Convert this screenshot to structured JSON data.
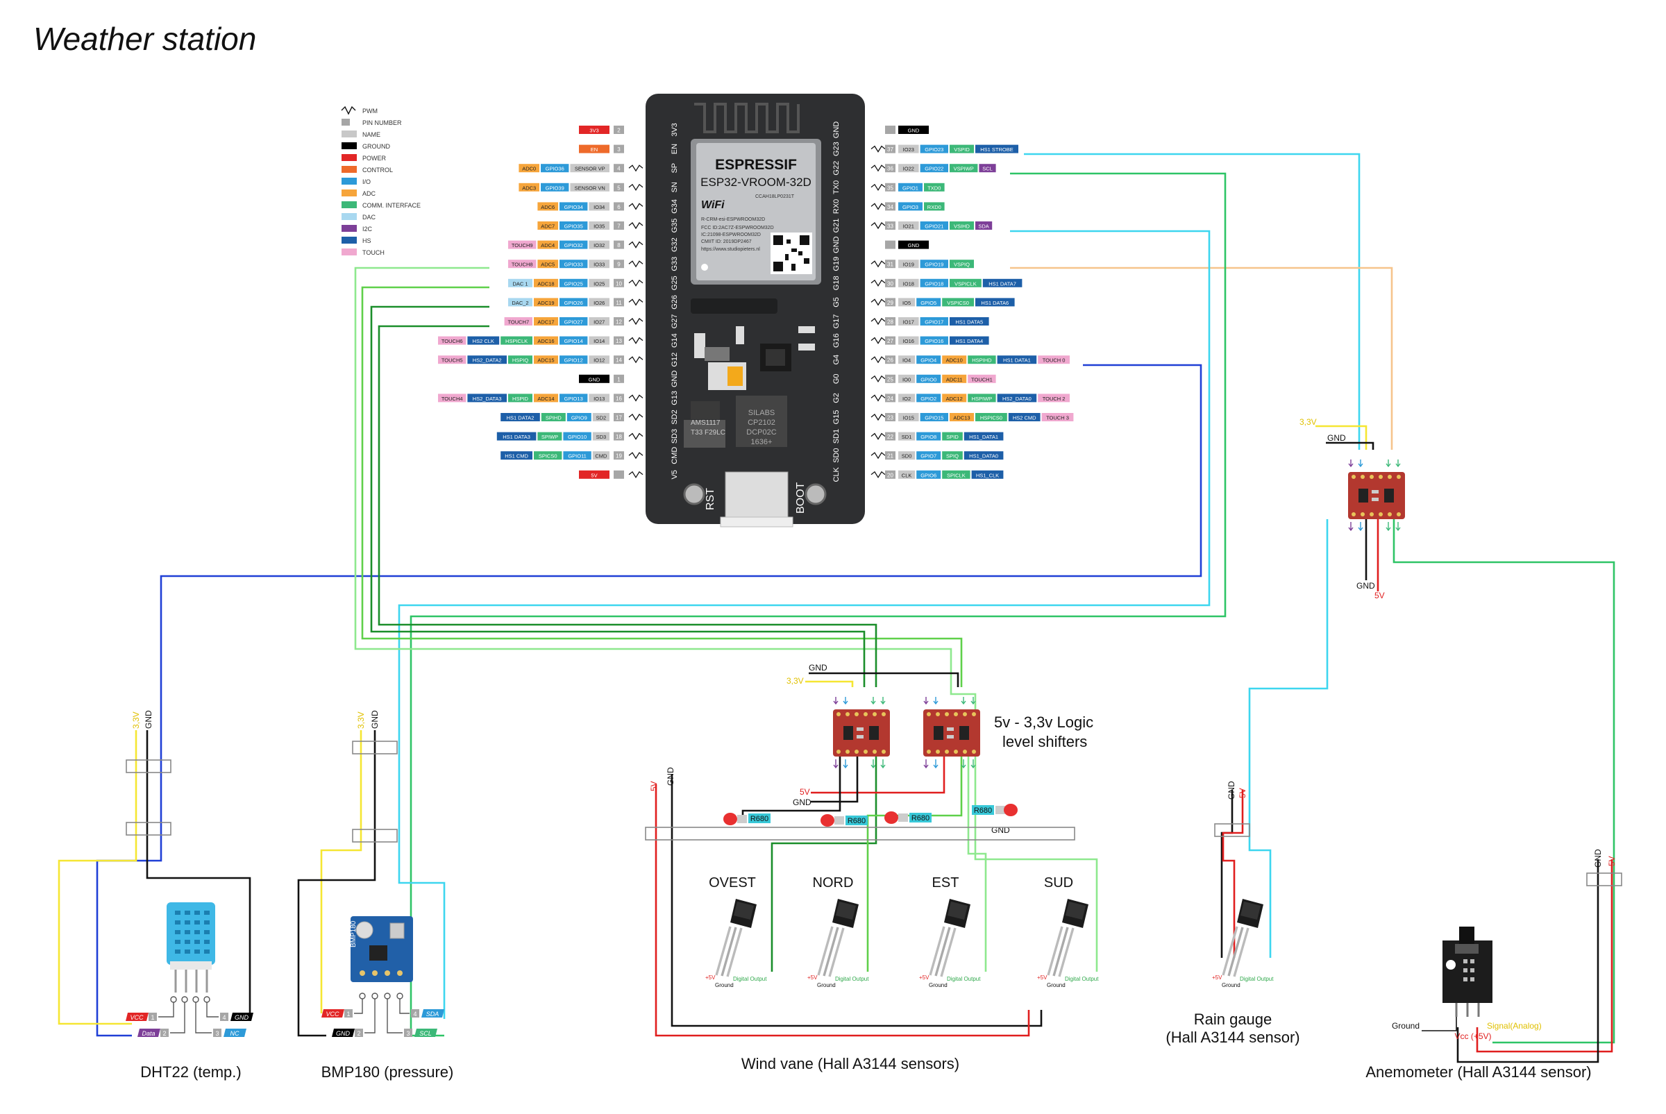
{
  "title": "Weather station",
  "legend": [
    {
      "label": "PWM",
      "color": "#ffffff"
    },
    {
      "label": "PIN NUMBER",
      "color": "#a6a6a6"
    },
    {
      "label": "NAME",
      "color": "#c8c8c8"
    },
    {
      "label": "GROUND",
      "color": "#000000"
    },
    {
      "label": "POWER",
      "color": "#e22626"
    },
    {
      "label": "CONTROL",
      "color": "#ee6a2a"
    },
    {
      "label": "I/O",
      "color": "#2d9ad8"
    },
    {
      "label": "ADC",
      "color": "#f6a53b"
    },
    {
      "label": "COMM. INTERFACE",
      "color": "#3cb878"
    },
    {
      "label": "DAC",
      "color": "#a8d8f0"
    },
    {
      "label": "I2C",
      "color": "#7d3f98"
    },
    {
      "label": "HS",
      "color": "#1d5fa8"
    },
    {
      "label": "TOUCH",
      "color": "#f0a8cf"
    }
  ],
  "board": {
    "brand": "ESPRESSIF",
    "module": "ESP32-VROOM-32D",
    "wifi": "WiFi",
    "cert_1": "CCAH18LP0231T",
    "fcc_1": "R-CRM-esi-ESPWROOM32D",
    "fcc_2": "FCC ID:2AC7Z-ESPWROOM32D",
    "fcc_3": "IC:21098-ESPWROOM32D",
    "fcc_4": "CMIIT ID: 2019DP2467",
    "url": "https://www.studiopieters.nl",
    "chip": "SILABS",
    "chip_2": "CP2102",
    "chip_3": "DCP02C",
    "chip_4": "1636+",
    "reg": "AMS1117",
    "reg_2": "T33 F29LC",
    "rst": "RST",
    "boot": "BOOT",
    "left_pins": [
      "3V3",
      "EN",
      "SP",
      "SN",
      "G34",
      "G35",
      "G32",
      "G33",
      "G25",
      "G26",
      "G27",
      "G14",
      "G12",
      "GND",
      "G13",
      "SD2",
      "SD3",
      "CMD",
      "V5"
    ],
    "right_pins": [
      "GND",
      "G23",
      "G22",
      "TX0",
      "RX0",
      "G21",
      "GND",
      "G19",
      "G18",
      "G5",
      "G17",
      "G16",
      "G4",
      "G0",
      "G2",
      "G15",
      "SD1",
      "SD0",
      "CLK"
    ]
  },
  "left_rows": [
    {
      "num": "2",
      "tags": [
        {
          "t": "3V3",
          "c": "#e22626"
        }
      ]
    },
    {
      "num": "3",
      "tags": [
        {
          "t": "EN",
          "c": "#ee6a2a"
        }
      ]
    },
    {
      "num": "4",
      "tags": [
        {
          "t": "ADC0",
          "c": "#f6a53b"
        },
        {
          "t": "GPIO36",
          "c": "#2d9ad8"
        },
        {
          "t": "SENSOR VP",
          "c": "#c8c8c8"
        }
      ]
    },
    {
      "num": "5",
      "tags": [
        {
          "t": "ADC3",
          "c": "#f6a53b"
        },
        {
          "t": "GPIO39",
          "c": "#2d9ad8"
        },
        {
          "t": "SENSOR VN",
          "c": "#c8c8c8"
        }
      ]
    },
    {
      "num": "6",
      "tags": [
        {
          "t": "ADC6",
          "c": "#f6a53b"
        },
        {
          "t": "GPIO34",
          "c": "#2d9ad8"
        },
        {
          "t": "IO34",
          "c": "#c8c8c8"
        }
      ]
    },
    {
      "num": "7",
      "tags": [
        {
          "t": "ADC7",
          "c": "#f6a53b"
        },
        {
          "t": "GPIO35",
          "c": "#2d9ad8"
        },
        {
          "t": "IO35",
          "c": "#c8c8c8"
        }
      ]
    },
    {
      "num": "8",
      "tags": [
        {
          "t": "TOUCH9",
          "c": "#f0a8cf"
        },
        {
          "t": "ADC4",
          "c": "#f6a53b"
        },
        {
          "t": "GPIO32",
          "c": "#2d9ad8"
        },
        {
          "t": "IO32",
          "c": "#c8c8c8"
        }
      ]
    },
    {
      "num": "9",
      "tags": [
        {
          "t": "TOUCH8",
          "c": "#f0a8cf"
        },
        {
          "t": "ADC5",
          "c": "#f6a53b"
        },
        {
          "t": "GPIO33",
          "c": "#2d9ad8"
        },
        {
          "t": "IO33",
          "c": "#c8c8c8"
        }
      ]
    },
    {
      "num": "10",
      "tags": [
        {
          "t": "DAC 1",
          "c": "#a8d8f0"
        },
        {
          "t": "ADC18",
          "c": "#f6a53b"
        },
        {
          "t": "GPIO25",
          "c": "#2d9ad8"
        },
        {
          "t": "IO25",
          "c": "#c8c8c8"
        }
      ]
    },
    {
      "num": "11",
      "tags": [
        {
          "t": "DAC_2",
          "c": "#a8d8f0"
        },
        {
          "t": "ADC19",
          "c": "#f6a53b"
        },
        {
          "t": "GPIO26",
          "c": "#2d9ad8"
        },
        {
          "t": "IO26",
          "c": "#c8c8c8"
        }
      ]
    },
    {
      "num": "12",
      "tags": [
        {
          "t": "TOUCH7",
          "c": "#f0a8cf"
        },
        {
          "t": "ADC17",
          "c": "#f6a53b"
        },
        {
          "t": "GPIO27",
          "c": "#2d9ad8"
        },
        {
          "t": "IO27",
          "c": "#c8c8c8"
        }
      ]
    },
    {
      "num": "13",
      "tags": [
        {
          "t": "TOUCH6",
          "c": "#f0a8cf"
        },
        {
          "t": "HS2 CLK",
          "c": "#1d5fa8"
        },
        {
          "t": "HSPICLK",
          "c": "#3cb878"
        },
        {
          "t": "ADC16",
          "c": "#f6a53b"
        },
        {
          "t": "GPIO14",
          "c": "#2d9ad8"
        },
        {
          "t": "IO14",
          "c": "#c8c8c8"
        }
      ]
    },
    {
      "num": "14",
      "tags": [
        {
          "t": "TOUCH5",
          "c": "#f0a8cf"
        },
        {
          "t": "HS2_DATA2",
          "c": "#1d5fa8"
        },
        {
          "t": "HSPIQ",
          "c": "#3cb878"
        },
        {
          "t": "ADC15",
          "c": "#f6a53b"
        },
        {
          "t": "GPIO12",
          "c": "#2d9ad8"
        },
        {
          "t": "IO12",
          "c": "#c8c8c8"
        }
      ]
    },
    {
      "num": "1",
      "tags": [
        {
          "t": "GND",
          "c": "#000000"
        }
      ]
    },
    {
      "num": "16",
      "tags": [
        {
          "t": "TOUCH4",
          "c": "#f0a8cf"
        },
        {
          "t": "HS2_DATA3",
          "c": "#1d5fa8"
        },
        {
          "t": "HSPID",
          "c": "#3cb878"
        },
        {
          "t": "ADC14",
          "c": "#f6a53b"
        },
        {
          "t": "GPIO13",
          "c": "#2d9ad8"
        },
        {
          "t": "IO13",
          "c": "#c8c8c8"
        }
      ]
    },
    {
      "num": "17",
      "tags": [
        {
          "t": "HS1 DATA2",
          "c": "#1d5fa8"
        },
        {
          "t": "SPIHD",
          "c": "#3cb878"
        },
        {
          "t": "GPIO9",
          "c": "#2d9ad8"
        },
        {
          "t": "SD2",
          "c": "#c8c8c8"
        }
      ]
    },
    {
      "num": "18",
      "tags": [
        {
          "t": "HS1 DATA3",
          "c": "#1d5fa8"
        },
        {
          "t": "SPIWP",
          "c": "#3cb878"
        },
        {
          "t": "GPIO10",
          "c": "#2d9ad8"
        },
        {
          "t": "SD3",
          "c": "#c8c8c8"
        }
      ]
    },
    {
      "num": "19",
      "tags": [
        {
          "t": "HS1 CMD",
          "c": "#1d5fa8"
        },
        {
          "t": "SPICS0",
          "c": "#3cb878"
        },
        {
          "t": "GPIO11",
          "c": "#2d9ad8"
        },
        {
          "t": "CMD",
          "c": "#c8c8c8"
        }
      ]
    },
    {
      "num": "",
      "tags": [
        {
          "t": "5V",
          "c": "#e22626"
        }
      ]
    }
  ],
  "right_rows": [
    {
      "num": "",
      "tags": [
        {
          "t": "GND",
          "c": "#000000"
        }
      ]
    },
    {
      "num": "37",
      "tags": [
        {
          "t": "IO23",
          "c": "#c8c8c8"
        },
        {
          "t": "GPIO23",
          "c": "#2d9ad8"
        },
        {
          "t": "VSPID",
          "c": "#3cb878"
        },
        {
          "t": "HS1 STROBE",
          "c": "#1d5fa8"
        }
      ]
    },
    {
      "num": "36",
      "tags": [
        {
          "t": "IO22",
          "c": "#c8c8c8"
        },
        {
          "t": "GPIO22",
          "c": "#2d9ad8"
        },
        {
          "t": "VSPIWP",
          "c": "#3cb878"
        },
        {
          "t": "SCL",
          "c": "#7d3f98"
        }
      ]
    },
    {
      "num": "35",
      "tags": [
        {
          "t": "GPIO1",
          "c": "#2d9ad8"
        },
        {
          "t": "TXD0",
          "c": "#3cb878"
        }
      ]
    },
    {
      "num": "34",
      "tags": [
        {
          "t": "GPIO3",
          "c": "#2d9ad8"
        },
        {
          "t": "RXD0",
          "c": "#3cb878"
        }
      ]
    },
    {
      "num": "33",
      "tags": [
        {
          "t": "IO21",
          "c": "#c8c8c8"
        },
        {
          "t": "GPIO21",
          "c": "#2d9ad8"
        },
        {
          "t": "VSIHD",
          "c": "#3cb878"
        },
        {
          "t": "SDA",
          "c": "#7d3f98"
        }
      ]
    },
    {
      "num": "",
      "tags": [
        {
          "t": "GND",
          "c": "#000000"
        }
      ]
    },
    {
      "num": "31",
      "tags": [
        {
          "t": "IO19",
          "c": "#c8c8c8"
        },
        {
          "t": "GPIO19",
          "c": "#2d9ad8"
        },
        {
          "t": "VSPIQ",
          "c": "#3cb878"
        }
      ]
    },
    {
      "num": "30",
      "tags": [
        {
          "t": "IO18",
          "c": "#c8c8c8"
        },
        {
          "t": "GPIO18",
          "c": "#2d9ad8"
        },
        {
          "t": "VSPICLK",
          "c": "#3cb878"
        },
        {
          "t": "HS1 DATA7",
          "c": "#1d5fa8"
        }
      ]
    },
    {
      "num": "29",
      "tags": [
        {
          "t": "IO5",
          "c": "#c8c8c8"
        },
        {
          "t": "GPIO5",
          "c": "#2d9ad8"
        },
        {
          "t": "VSPICS0",
          "c": "#3cb878"
        },
        {
          "t": "HS1 DATA6",
          "c": "#1d5fa8"
        }
      ]
    },
    {
      "num": "28",
      "tags": [
        {
          "t": "IO17",
          "c": "#c8c8c8"
        },
        {
          "t": "GPIO17",
          "c": "#2d9ad8"
        },
        {
          "t": "HS1 DATA5",
          "c": "#1d5fa8"
        }
      ]
    },
    {
      "num": "27",
      "tags": [
        {
          "t": "IO16",
          "c": "#c8c8c8"
        },
        {
          "t": "GPIO16",
          "c": "#2d9ad8"
        },
        {
          "t": "HS1 DATA4",
          "c": "#1d5fa8"
        }
      ]
    },
    {
      "num": "26",
      "tags": [
        {
          "t": "IO4",
          "c": "#c8c8c8"
        },
        {
          "t": "GPIO4",
          "c": "#2d9ad8"
        },
        {
          "t": "ADC10",
          "c": "#f6a53b"
        },
        {
          "t": "HSPIHD",
          "c": "#3cb878"
        },
        {
          "t": "HS1 DATA1",
          "c": "#1d5fa8"
        },
        {
          "t": "TOUCH 0",
          "c": "#f0a8cf"
        }
      ]
    },
    {
      "num": "25",
      "tags": [
        {
          "t": "IO0",
          "c": "#c8c8c8"
        },
        {
          "t": "GPIO0",
          "c": "#2d9ad8"
        },
        {
          "t": "ADC11",
          "c": "#f6a53b"
        },
        {
          "t": "TOUCH1",
          "c": "#f0a8cf"
        }
      ]
    },
    {
      "num": "24",
      "tags": [
        {
          "t": "IO2",
          "c": "#c8c8c8"
        },
        {
          "t": "GPIO2",
          "c": "#2d9ad8"
        },
        {
          "t": "ADC12",
          "c": "#f6a53b"
        },
        {
          "t": "HSPIWP",
          "c": "#3cb878"
        },
        {
          "t": "HS2_DATA0",
          "c": "#1d5fa8"
        },
        {
          "t": "TOUCH 2",
          "c": "#f0a8cf"
        }
      ]
    },
    {
      "num": "23",
      "tags": [
        {
          "t": "IO15",
          "c": "#c8c8c8"
        },
        {
          "t": "GPIO15",
          "c": "#2d9ad8"
        },
        {
          "t": "ADC13",
          "c": "#f6a53b"
        },
        {
          "t": "HSPICS0",
          "c": "#3cb878"
        },
        {
          "t": "HS2 CMD",
          "c": "#1d5fa8"
        },
        {
          "t": "TOUCH 3",
          "c": "#f0a8cf"
        }
      ]
    },
    {
      "num": "22",
      "tags": [
        {
          "t": "SD1",
          "c": "#c8c8c8"
        },
        {
          "t": "GPIO8",
          "c": "#2d9ad8"
        },
        {
          "t": "SPID",
          "c": "#3cb878"
        },
        {
          "t": "HS1_DATA1",
          "c": "#1d5fa8"
        }
      ]
    },
    {
      "num": "21",
      "tags": [
        {
          "t": "SD0",
          "c": "#c8c8c8"
        },
        {
          "t": "GPIO7",
          "c": "#2d9ad8"
        },
        {
          "t": "SPIQ",
          "c": "#3cb878"
        },
        {
          "t": "HS1_DATA0",
          "c": "#1d5fa8"
        }
      ]
    },
    {
      "num": "20",
      "tags": [
        {
          "t": "CLK",
          "c": "#c8c8c8"
        },
        {
          "t": "GPIO6",
          "c": "#2d9ad8"
        },
        {
          "t": "SPICLK",
          "c": "#3cb878"
        },
        {
          "t": "HS1_CLK",
          "c": "#1d5fa8"
        }
      ]
    }
  ],
  "labels": {
    "shifters": "5v - 3,3v Logic",
    "shifters_2": "level shifters",
    "dht22": "DHT22 (temp.)",
    "bmp180": "BMP180 (pressure)",
    "wind_vane": "Wind vane (Hall A3144 sensors)",
    "rain": "Rain gauge",
    "rain_2": "(Hall A3144 sensor)",
    "anemometer": "Anemometer (Hall A3144 sensor)",
    "ovest": "OVEST",
    "nord": "NORD",
    "est": "EST",
    "sud": "SUD",
    "gnd": "GND",
    "v5": "5V",
    "v33": "3,3V",
    "r680": "R680",
    "bmp_chip": "BMP180",
    "plus5v": "+5V",
    "ground": "Ground",
    "digital_output": "Digital Output",
    "anem_ground": "Ground",
    "anem_vcc": "Vcc (+5V)",
    "anem_signal": "Signal(Analog)"
  },
  "dht_pins": [
    {
      "num": "1",
      "name": "VCC",
      "c": "#e22626"
    },
    {
      "num": "2",
      "name": "Data",
      "c": "#7d3f98"
    },
    {
      "num": "3",
      "name": "NC",
      "c": "#2d9ad8"
    },
    {
      "num": "4",
      "name": "GND",
      "c": "#000000"
    }
  ],
  "bmp_pins": [
    {
      "num": "1",
      "name": "VCC",
      "c": "#e22626"
    },
    {
      "num": "2",
      "name": "GND",
      "c": "#000000"
    },
    {
      "num": "3",
      "name": "SCL",
      "c": "#3cb878"
    },
    {
      "num": "4",
      "name": "SDA",
      "c": "#2d9ad8"
    }
  ]
}
